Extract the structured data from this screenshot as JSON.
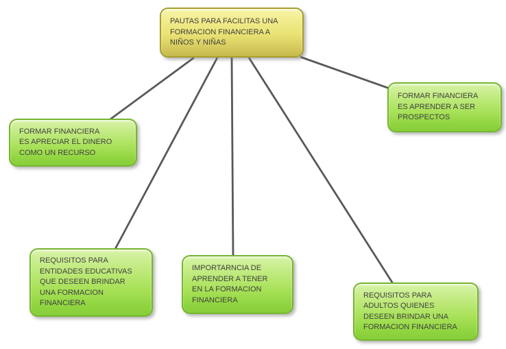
{
  "mindmap": {
    "root": {
      "text": "PAUTAS PARA FACILITAS UNA\nFORMACION FINANCIERA A\nNIÑOS Y NIÑAS",
      "fill": "#e9e27a",
      "border": "#a89d2e"
    },
    "branches": [
      {
        "text": "FORMAR FINANCIERA\nES APRECIAR EL DINERO\nCOMO UN RECURSO"
      },
      {
        "text": "FORMAR FINANCIERA\nES APRENDER A SER\nPROSPECTOS"
      },
      {
        "text": "REQUISITOS PARA\nENTIDADES EDUCATIVAS\nQUE DESEEN BRINDAR\nUNA FORMACION\nFINANCIERA"
      },
      {
        "text": "IMPORTARNCIA DE\nAPRENDER A TENER\nEN LA FORMACION\nFINANCIERA"
      },
      {
        "text": "REQUISITOS PARA\nADULTOS QUIENES\nDESEEN BRINDAR UNA\nFORMACION FINANCIERA"
      }
    ],
    "branch_fill": "#a8e158",
    "branch_border": "#76b52f",
    "connector_color": "#595959",
    "text_color": "#3f3f3f",
    "background": "#ffffff"
  }
}
